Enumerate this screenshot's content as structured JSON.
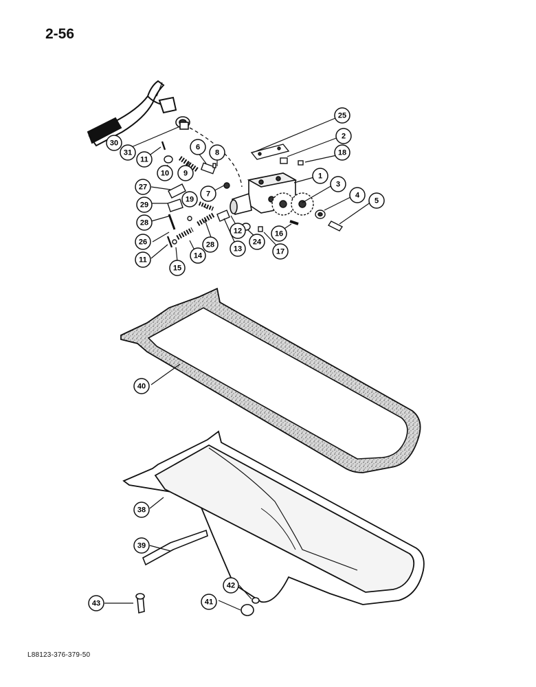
{
  "page": {
    "number": "2-56",
    "footer_code": "L88123-376-379-50"
  },
  "callouts": [
    {
      "label": "1"
    },
    {
      "label": "2"
    },
    {
      "label": "3"
    },
    {
      "label": "4"
    },
    {
      "label": "5"
    },
    {
      "label": "6"
    },
    {
      "label": "7"
    },
    {
      "label": "8"
    },
    {
      "label": "9"
    },
    {
      "label": "10"
    },
    {
      "label": "11"
    },
    {
      "label": "11"
    },
    {
      "label": "12"
    },
    {
      "label": "13"
    },
    {
      "label": "14"
    },
    {
      "label": "15"
    },
    {
      "label": "16"
    },
    {
      "label": "17"
    },
    {
      "label": "18"
    },
    {
      "label": "19"
    },
    {
      "label": "24"
    },
    {
      "label": "25"
    },
    {
      "label": "26"
    },
    {
      "label": "27"
    },
    {
      "label": "28"
    },
    {
      "label": "28"
    },
    {
      "label": "29"
    },
    {
      "label": "30"
    },
    {
      "label": "31"
    },
    {
      "label": "38"
    },
    {
      "label": "39"
    },
    {
      "label": "40"
    },
    {
      "label": "41"
    },
    {
      "label": "42"
    },
    {
      "label": "43"
    }
  ],
  "colors": {
    "ink": "#111111",
    "gasket_fill": "#cfcfcf",
    "paper": "#ffffff"
  }
}
